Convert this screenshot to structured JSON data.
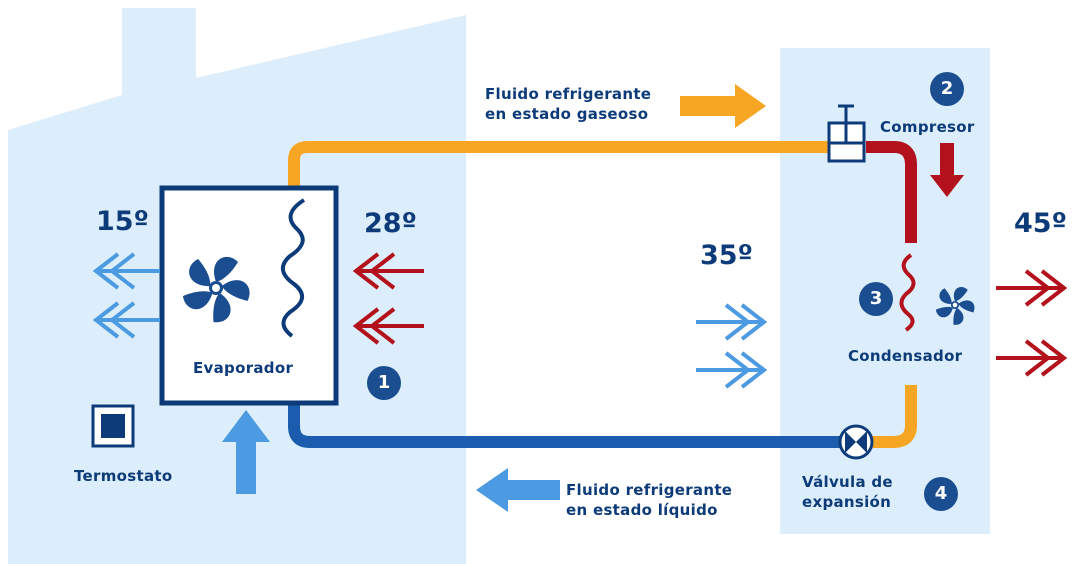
{
  "labels": {
    "gas_fluid": "Fluido refrigerante\nen estado gaseoso",
    "liquid_fluid": "Fluido refrigerante\nen estado líquido",
    "compressor": "Compresor",
    "condenser": "Condensador",
    "evaporator": "Evaporador",
    "thermostat": "Termostato",
    "expansion_valve": "Válvula de\nexpansión"
  },
  "temperatures": {
    "indoor_out": "15º",
    "indoor_in": "28º",
    "outdoor_in": "35º",
    "outdoor_out": "45º"
  },
  "badges": [
    "1",
    "2",
    "3",
    "4"
  ],
  "colors": {
    "house": "#dceefb",
    "hot_pipe": "#b3111c",
    "gas_pipe": "#f6a623",
    "liquid_pipe": "#1b5cae",
    "dark_blue": "#0d3b7a",
    "light_blue_arrow": "#4c9be2",
    "red_arrow": "#b3111c"
  }
}
